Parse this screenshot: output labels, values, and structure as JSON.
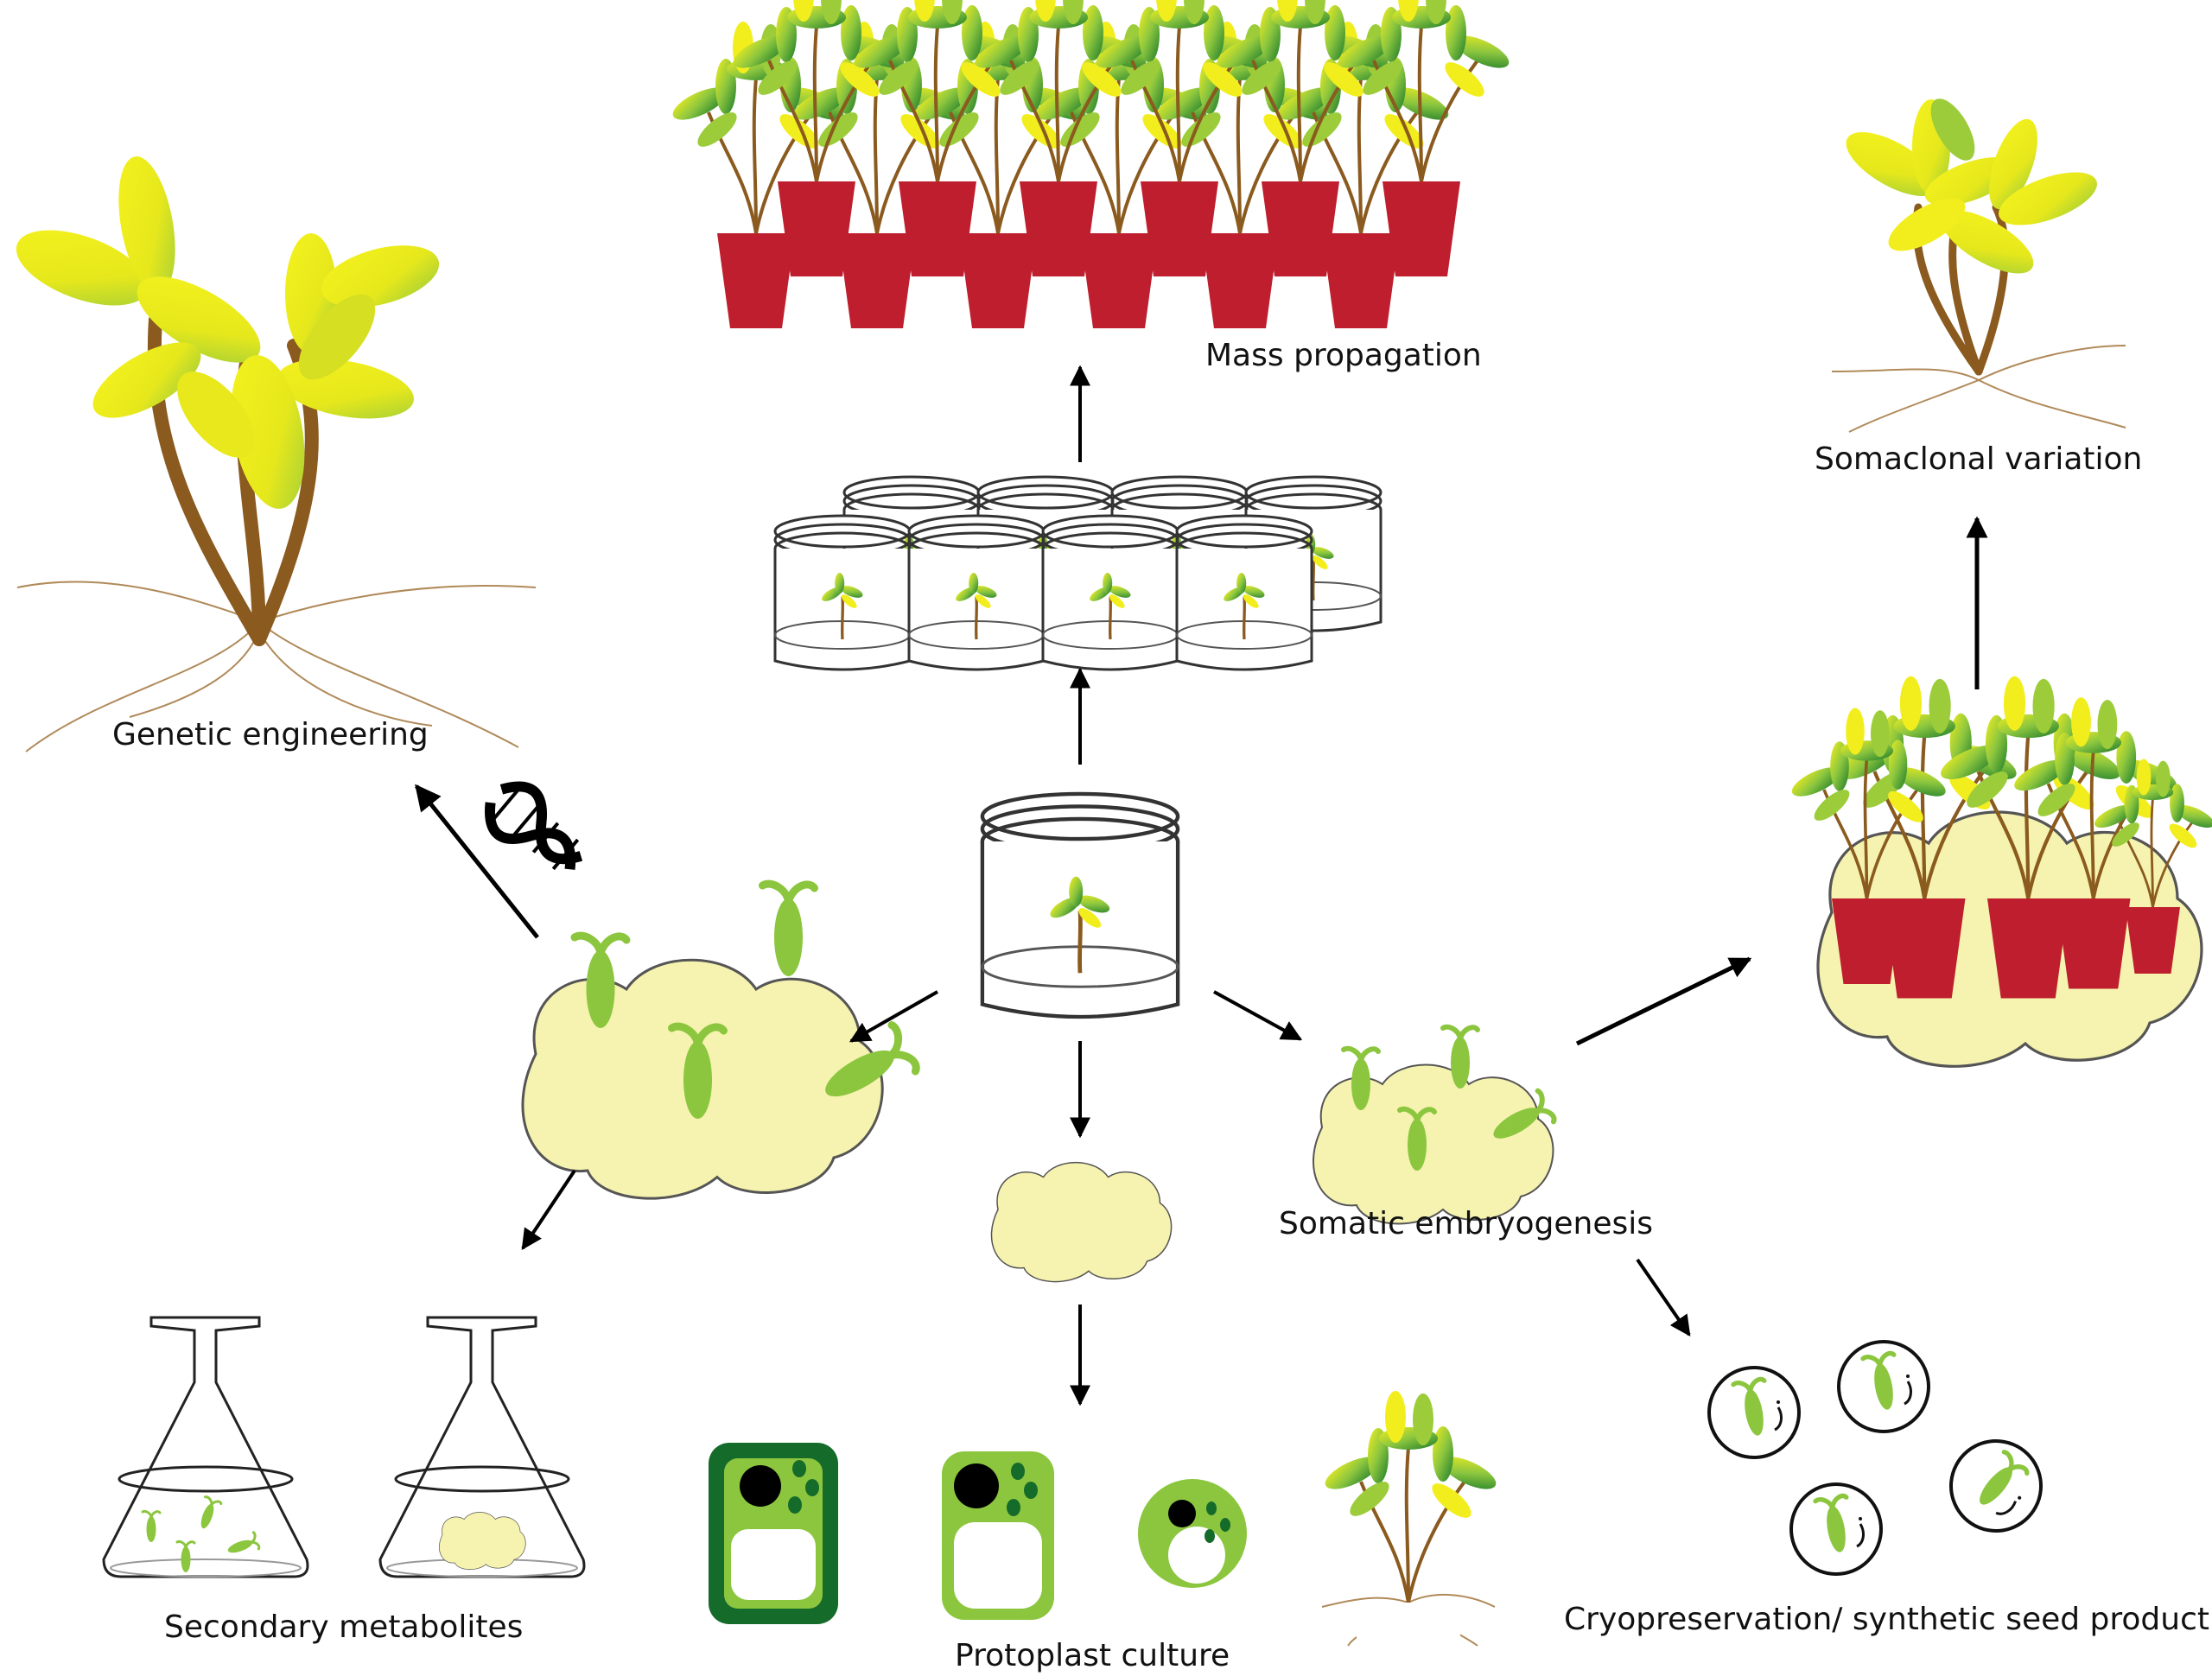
{
  "labels": {
    "mass_propagation": "Mass propagation",
    "somaclonal_variation": "Somaclonal variation",
    "genetic_engineering": "Genetic engineering",
    "somatic_embryogenesis": "Somatic embryogenesis",
    "secondary_metabolites": "Secondary metabolites",
    "protoplast_culture": "Protoplast culture",
    "cryopreservation": "Cryopreservation/ synthetic seed production"
  },
  "colors": {
    "leaf_yellow": "#f2ee1e",
    "leaf_green": "#8cc63f",
    "leaf_dark_green": "#1a7a2a",
    "stem_brown": "#8a5a1e",
    "pot_red": "#be1e2d",
    "callus": "#f6f3b0",
    "cell_dark": "#156b2a",
    "cell_light": "#8cc63f"
  }
}
